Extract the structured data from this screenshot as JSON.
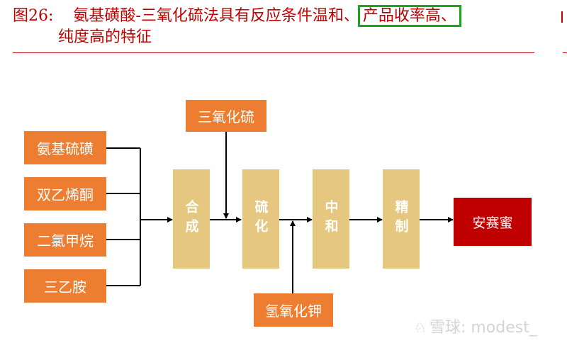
{
  "title": {
    "prefix": "图26:",
    "line1": "氨基磺酸-三氧化硫法具有反应条件温和、",
    "highlight": "产品收率高、",
    "line2": "纯度高的特征"
  },
  "diagram": {
    "raw_materials": [
      "氨基硫磺",
      "双乙烯酮",
      "二氯甲烷",
      "三乙胺"
    ],
    "steps": [
      "合成",
      "硫化",
      "中和",
      "精制"
    ],
    "reagent_top": "三氧化硫",
    "reagent_bottom": "氢氧化钾",
    "product": "安赛蜜"
  },
  "watermark": {
    "brand": "雪球",
    "user": ": modest_"
  },
  "colors": {
    "accent_red": "#c00000",
    "box_orange": "#ed7d31",
    "step_gold": "#e6c77f",
    "highlight_green": "#1aa51a"
  }
}
